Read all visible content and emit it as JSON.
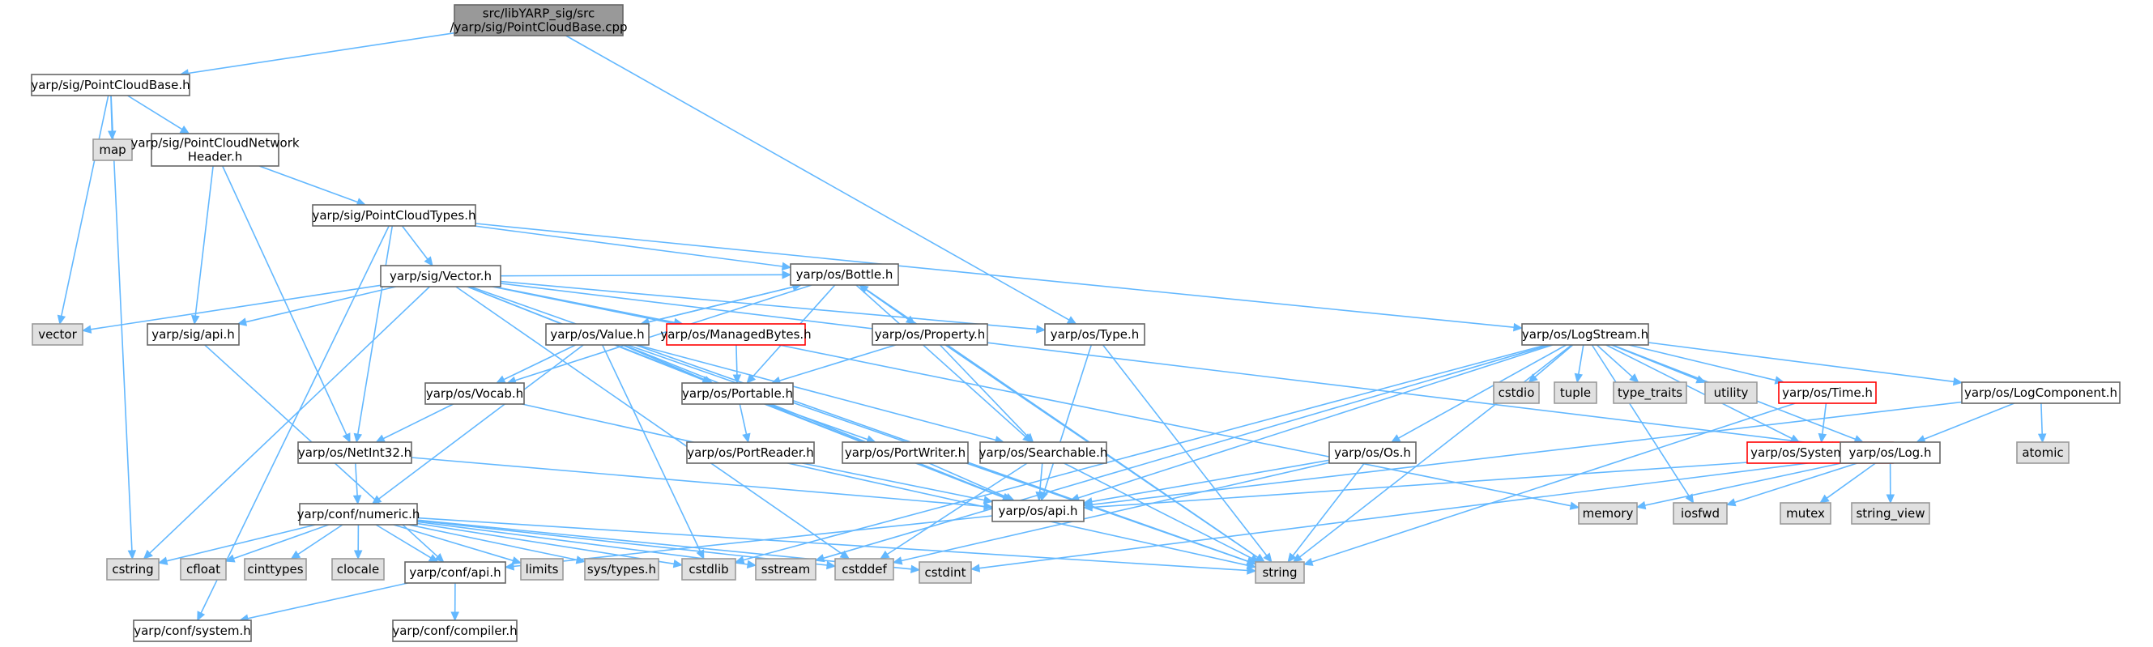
{
  "colors": {
    "root_fill": "#999999",
    "root_border": "#666666",
    "node_fill": "#ffffff",
    "node_border": "#666666",
    "system_fill": "#e0e0e0",
    "system_border": "#999999",
    "red_border": "#ff0000",
    "edge": "#63b8ff"
  },
  "nodes": [
    {
      "id": "root",
      "lines": [
        "src/libYARP_sig/src",
        "/yarp/sig/PointCloudBase.cpp"
      ],
      "kind": "root"
    },
    {
      "id": "pcb_h",
      "lines": [
        "yarp/sig/PointCloudBase.h"
      ],
      "kind": "normal"
    },
    {
      "id": "map",
      "lines": [
        "map"
      ],
      "kind": "system"
    },
    {
      "id": "vector",
      "lines": [
        "vector"
      ],
      "kind": "system"
    },
    {
      "id": "pcnh",
      "lines": [
        "yarp/sig/PointCloudNetwork",
        "Header.h"
      ],
      "kind": "normal"
    },
    {
      "id": "pct",
      "lines": [
        "yarp/sig/PointCloudTypes.h"
      ],
      "kind": "normal"
    },
    {
      "id": "sigvector",
      "lines": [
        "yarp/sig/Vector.h"
      ],
      "kind": "normal"
    },
    {
      "id": "sigapi",
      "lines": [
        "yarp/sig/api.h"
      ],
      "kind": "normal"
    },
    {
      "id": "bottle",
      "lines": [
        "yarp/os/Bottle.h"
      ],
      "kind": "normal"
    },
    {
      "id": "value",
      "lines": [
        "yarp/os/Value.h"
      ],
      "kind": "normal"
    },
    {
      "id": "managed",
      "lines": [
        "yarp/os/ManagedBytes.h"
      ],
      "kind": "red"
    },
    {
      "id": "property",
      "lines": [
        "yarp/os/Property.h"
      ],
      "kind": "normal"
    },
    {
      "id": "type",
      "lines": [
        "yarp/os/Type.h"
      ],
      "kind": "normal"
    },
    {
      "id": "logstream",
      "lines": [
        "yarp/os/LogStream.h"
      ],
      "kind": "normal"
    },
    {
      "id": "vocab",
      "lines": [
        "yarp/os/Vocab.h"
      ],
      "kind": "normal"
    },
    {
      "id": "portable",
      "lines": [
        "yarp/os/Portable.h"
      ],
      "kind": "normal"
    },
    {
      "id": "netint",
      "lines": [
        "yarp/os/NetInt32.h"
      ],
      "kind": "normal"
    },
    {
      "id": "portreader",
      "lines": [
        "yarp/os/PortReader.h"
      ],
      "kind": "normal"
    },
    {
      "id": "portwriter",
      "lines": [
        "yarp/os/PortWriter.h"
      ],
      "kind": "normal"
    },
    {
      "id": "searchable",
      "lines": [
        "yarp/os/Searchable.h"
      ],
      "kind": "normal"
    },
    {
      "id": "osapi",
      "lines": [
        "yarp/os/api.h"
      ],
      "kind": "normal"
    },
    {
      "id": "numeric",
      "lines": [
        "yarp/conf/numeric.h"
      ],
      "kind": "normal"
    },
    {
      "id": "cstring",
      "lines": [
        "cstring"
      ],
      "kind": "system"
    },
    {
      "id": "cfloat",
      "lines": [
        "cfloat"
      ],
      "kind": "system"
    },
    {
      "id": "cinttypes",
      "lines": [
        "cinttypes"
      ],
      "kind": "system"
    },
    {
      "id": "clocale",
      "lines": [
        "clocale"
      ],
      "kind": "system"
    },
    {
      "id": "confapi",
      "lines": [
        "yarp/conf/api.h"
      ],
      "kind": "normal"
    },
    {
      "id": "limits",
      "lines": [
        "limits"
      ],
      "kind": "system"
    },
    {
      "id": "systypes",
      "lines": [
        "sys/types.h"
      ],
      "kind": "system"
    },
    {
      "id": "cstdlib",
      "lines": [
        "cstdlib"
      ],
      "kind": "system"
    },
    {
      "id": "sstream",
      "lines": [
        "sstream"
      ],
      "kind": "system"
    },
    {
      "id": "cstddef",
      "lines": [
        "cstddef"
      ],
      "kind": "system"
    },
    {
      "id": "cstdint",
      "lines": [
        "cstdint"
      ],
      "kind": "system"
    },
    {
      "id": "string",
      "lines": [
        "string"
      ],
      "kind": "system"
    },
    {
      "id": "system",
      "lines": [
        "yarp/conf/system.h"
      ],
      "kind": "normal"
    },
    {
      "id": "compiler",
      "lines": [
        "yarp/conf/compiler.h"
      ],
      "kind": "normal"
    },
    {
      "id": "cstdio",
      "lines": [
        "cstdio"
      ],
      "kind": "system"
    },
    {
      "id": "tuple",
      "lines": [
        "tuple"
      ],
      "kind": "system"
    },
    {
      "id": "typetraits",
      "lines": [
        "type_traits"
      ],
      "kind": "system"
    },
    {
      "id": "utility",
      "lines": [
        "utility"
      ],
      "kind": "system"
    },
    {
      "id": "time",
      "lines": [
        "yarp/os/Time.h"
      ],
      "kind": "red"
    },
    {
      "id": "logcomponent",
      "lines": [
        "yarp/os/LogComponent.h"
      ],
      "kind": "normal"
    },
    {
      "id": "os",
      "lines": [
        "yarp/os/Os.h"
      ],
      "kind": "normal"
    },
    {
      "id": "sysclock",
      "lines": [
        "yarp/os/SystemClock.h"
      ],
      "kind": "red"
    },
    {
      "id": "log",
      "lines": [
        "yarp/os/Log.h"
      ],
      "kind": "normal"
    },
    {
      "id": "atomic",
      "lines": [
        "atomic"
      ],
      "kind": "system"
    },
    {
      "id": "memory",
      "lines": [
        "memory"
      ],
      "kind": "system"
    },
    {
      "id": "iosfwd",
      "lines": [
        "iosfwd"
      ],
      "kind": "system"
    },
    {
      "id": "mutex",
      "lines": [
        "mutex"
      ],
      "kind": "system"
    },
    {
      "id": "stringview",
      "lines": [
        "string_view"
      ],
      "kind": "system"
    }
  ],
  "edges": [
    [
      "root",
      "pcb_h"
    ],
    [
      "root",
      "type"
    ],
    [
      "pcb_h",
      "map"
    ],
    [
      "pcb_h",
      "vector"
    ],
    [
      "pcb_h",
      "pcnh"
    ],
    [
      "pcb_h",
      "cstring"
    ],
    [
      "pcnh",
      "pct"
    ],
    [
      "pcnh",
      "sigapi"
    ],
    [
      "pcnh",
      "netint"
    ],
    [
      "pct",
      "sigvector"
    ],
    [
      "pct",
      "bottle"
    ],
    [
      "pct",
      "logstream"
    ],
    [
      "pct",
      "netint"
    ],
    [
      "pct",
      "system"
    ],
    [
      "sigvector",
      "vector"
    ],
    [
      "sigvector",
      "sigapi"
    ],
    [
      "sigvector",
      "bottle"
    ],
    [
      "sigvector",
      "managed"
    ],
    [
      "sigvector",
      "type"
    ],
    [
      "sigvector",
      "log"
    ],
    [
      "sigvector",
      "portable"
    ],
    [
      "sigvector",
      "cstring"
    ],
    [
      "sigvector",
      "cstddef"
    ],
    [
      "sigvector",
      "memory"
    ],
    [
      "sigvector",
      "string"
    ],
    [
      "sigvector",
      "osapi"
    ],
    [
      "sigapi",
      "confapi"
    ],
    [
      "bottle",
      "value"
    ],
    [
      "bottle",
      "property"
    ],
    [
      "bottle",
      "portable"
    ],
    [
      "bottle",
      "searchable"
    ],
    [
      "bottle",
      "vocab"
    ],
    [
      "bottle",
      "string"
    ],
    [
      "value",
      "bottle"
    ],
    [
      "value",
      "vocab"
    ],
    [
      "value",
      "portable"
    ],
    [
      "value",
      "searchable"
    ],
    [
      "value",
      "numeric"
    ],
    [
      "value",
      "cstdlib"
    ],
    [
      "value",
      "string"
    ],
    [
      "value",
      "osapi"
    ],
    [
      "managed",
      "portable"
    ],
    [
      "property",
      "bottle"
    ],
    [
      "property",
      "portable"
    ],
    [
      "property",
      "searchable"
    ],
    [
      "property",
      "string"
    ],
    [
      "type",
      "osapi"
    ],
    [
      "type",
      "string"
    ],
    [
      "logstream",
      "osapi"
    ],
    [
      "logstream",
      "cstdio"
    ],
    [
      "logstream",
      "tuple"
    ],
    [
      "logstream",
      "typetraits"
    ],
    [
      "logstream",
      "utility"
    ],
    [
      "logstream",
      "time"
    ],
    [
      "logstream",
      "logcomponent"
    ],
    [
      "logstream",
      "os"
    ],
    [
      "logstream",
      "sysclock"
    ],
    [
      "logstream",
      "log"
    ],
    [
      "logstream",
      "iosfwd"
    ],
    [
      "logstream",
      "string"
    ],
    [
      "logstream",
      "cstdlib"
    ],
    [
      "logstream",
      "sstream"
    ],
    [
      "vocab",
      "netint"
    ],
    [
      "vocab",
      "string"
    ],
    [
      "portable",
      "portreader"
    ],
    [
      "portable",
      "portwriter"
    ],
    [
      "portable",
      "osapi"
    ],
    [
      "portreader",
      "osapi"
    ],
    [
      "portwriter",
      "osapi"
    ],
    [
      "searchable",
      "osapi"
    ],
    [
      "searchable",
      "string"
    ],
    [
      "searchable",
      "cstddef"
    ],
    [
      "netint",
      "numeric"
    ],
    [
      "netint",
      "osapi"
    ],
    [
      "osapi",
      "confapi"
    ],
    [
      "numeric",
      "cstring"
    ],
    [
      "numeric",
      "cfloat"
    ],
    [
      "numeric",
      "cinttypes"
    ],
    [
      "numeric",
      "clocale"
    ],
    [
      "numeric",
      "confapi"
    ],
    [
      "numeric",
      "limits"
    ],
    [
      "numeric",
      "systypes"
    ],
    [
      "numeric",
      "cstdlib"
    ],
    [
      "numeric",
      "sstream"
    ],
    [
      "numeric",
      "cstddef"
    ],
    [
      "numeric",
      "cstdint"
    ],
    [
      "numeric",
      "string"
    ],
    [
      "confapi",
      "system"
    ],
    [
      "confapi",
      "compiler"
    ],
    [
      "time",
      "sysclock"
    ],
    [
      "time",
      "string"
    ],
    [
      "logcomponent",
      "log"
    ],
    [
      "logcomponent",
      "atomic"
    ],
    [
      "logcomponent",
      "osapi"
    ],
    [
      "os",
      "osapi"
    ],
    [
      "os",
      "string"
    ],
    [
      "os",
      "cstddef"
    ],
    [
      "log",
      "osapi"
    ],
    [
      "log",
      "memory"
    ],
    [
      "log",
      "iosfwd"
    ],
    [
      "log",
      "mutex"
    ],
    [
      "log",
      "stringview"
    ],
    [
      "log",
      "cstdint"
    ]
  ]
}
